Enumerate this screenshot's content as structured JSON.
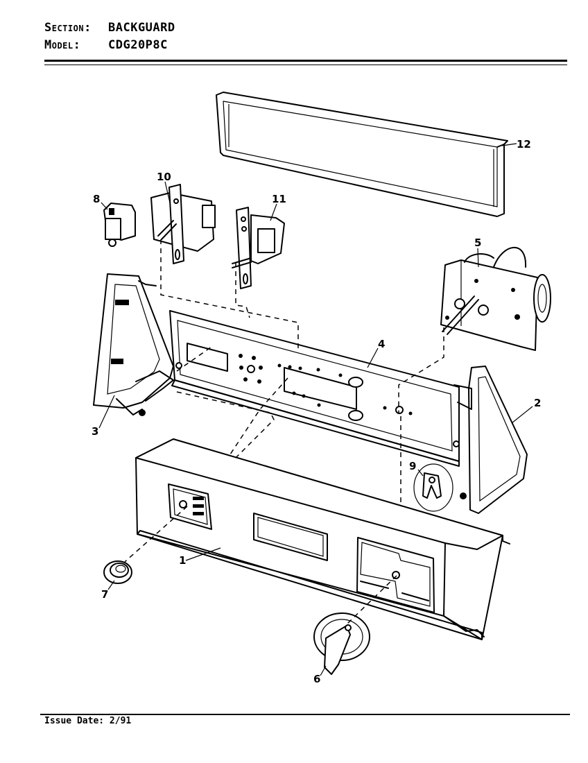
{
  "header": {
    "section_key": "Section:",
    "section_value": "BACKGUARD",
    "model_key": "Model:",
    "model_value": "CDG20P8C"
  },
  "footer": {
    "issue_date": "Issue Date: 2/91"
  },
  "callouts": {
    "c1": "1",
    "c2": "2",
    "c3": "3",
    "c4": "4",
    "c5": "5",
    "c6": "6",
    "c7": "7",
    "c8": "8",
    "c9": "9",
    "c10": "10",
    "c11": "11",
    "c12": "12"
  }
}
